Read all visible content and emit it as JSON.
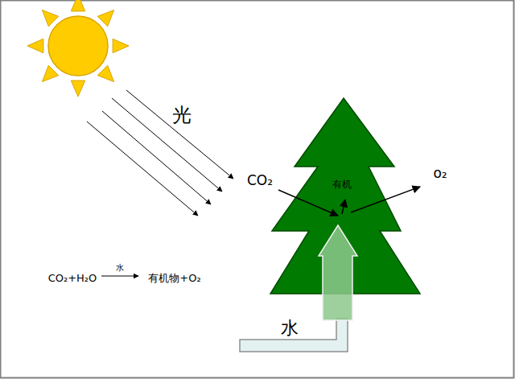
{
  "diagram": {
    "labels": [
      "光",
      "CO₂",
      "有机",
      "o₂",
      "CO₂+H₂O",
      "水",
      "有机物+O₂",
      "水"
    ]
  }
}
